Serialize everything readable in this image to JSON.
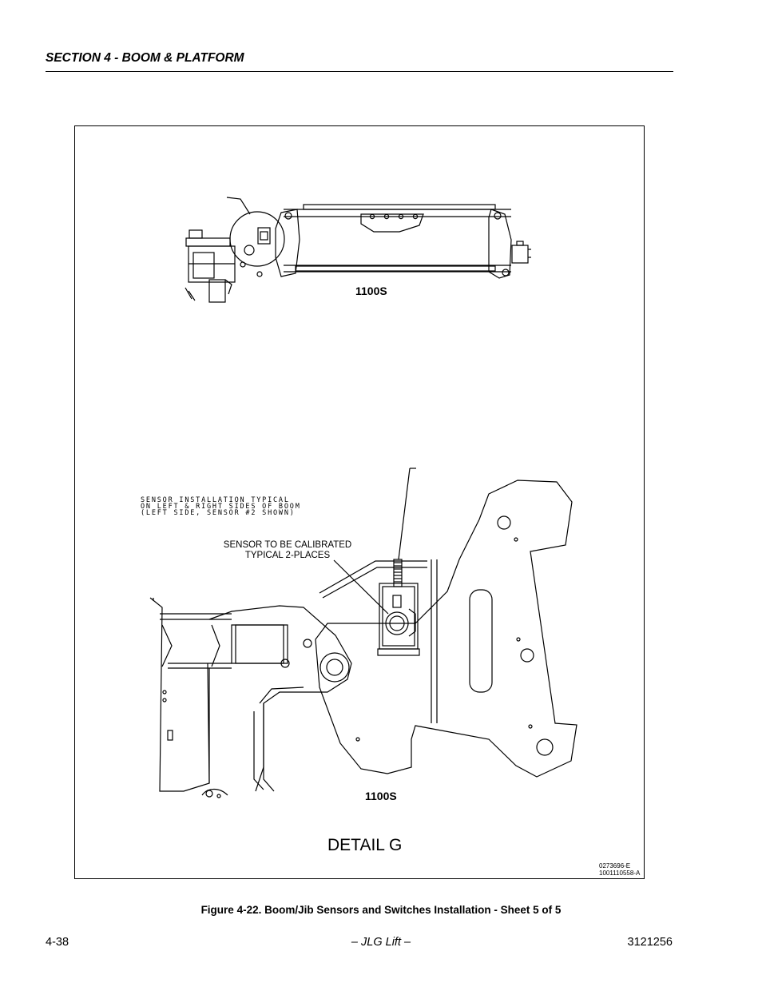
{
  "header": {
    "section_title": "SECTION 4 - BOOM & PLATFORM"
  },
  "figure": {
    "top_view_label": "1100S",
    "bottom_view_label": "1100S",
    "note_lines": [
      "SENSOR INSTALLATION TYPICAL",
      "ON LEFT & RIGHT SIDES OF BOOM",
      "(LEFT SIDE, SENSOR #2 SHOWN)"
    ],
    "callout_line1": "SENSOR TO BE CALIBRATED",
    "callout_line2": "TYPICAL 2-PLACES",
    "detail_label": "DETAIL G",
    "drawing_number_1": "0273696-E",
    "drawing_number_2": "1001110558-A",
    "caption": "Figure 4-22.  Boom/Jib Sensors and Switches Installation - Sheet 5 of 5"
  },
  "footer": {
    "page_number": "4-38",
    "center_text": "– JLG Lift –",
    "doc_number": "3121256"
  }
}
